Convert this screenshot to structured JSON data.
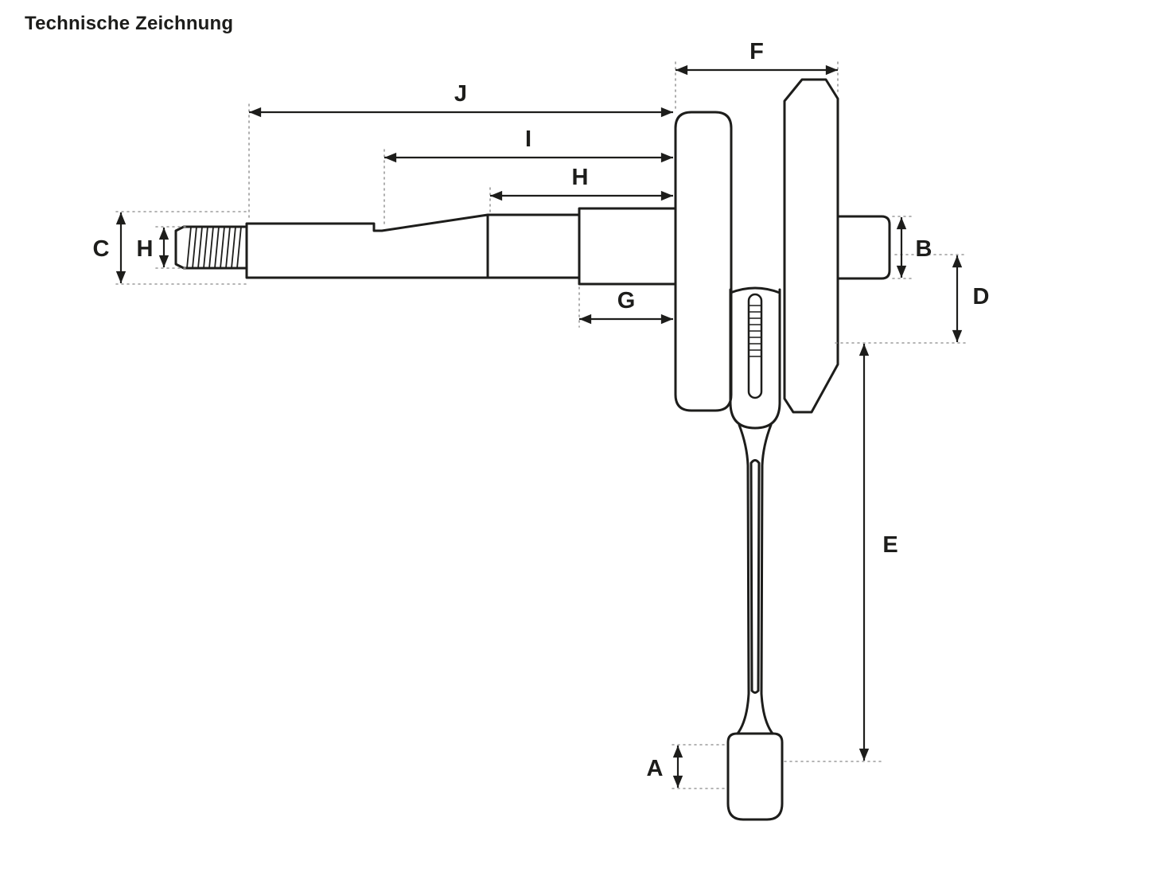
{
  "title": "Technische Zeichnung",
  "labels": {
    "A": "A",
    "B": "B",
    "C": "C",
    "D": "D",
    "E": "E",
    "F": "F",
    "G": "G",
    "H_thread": "H",
    "H_shaft": "H",
    "I": "I",
    "J": "J"
  },
  "colors": {
    "line": "#1d1d1b",
    "dotted": "#9b9b9b",
    "background": "#ffffff"
  }
}
